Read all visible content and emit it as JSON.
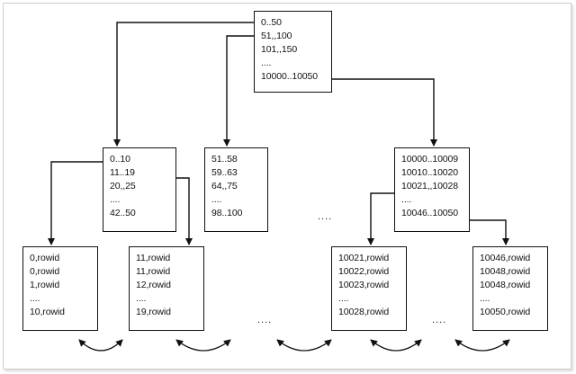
{
  "root": [
    "0..50",
    "51,,100",
    "101,,150",
    "....",
    "10000..10050"
  ],
  "branches": {
    "b1": [
      "0..10",
      "11..19",
      "20,,25",
      "....",
      "42..50"
    ],
    "b2": [
      "51..58",
      "59..63",
      "64,,75",
      "....",
      "98..100"
    ],
    "b3": [
      "10000..10009",
      "10010..10020",
      "10021,,10028",
      "....",
      "10046..10050"
    ]
  },
  "leaves": {
    "l1": [
      "0,rowid",
      "0,rowid",
      "1,rowid",
      "....",
      "10,rowid"
    ],
    "l2": [
      "11,rowid",
      "11,rowid",
      "12,rowid",
      "....",
      "19,rowid"
    ],
    "l3": [
      "10021,rowid",
      "10022,rowid",
      "10023,rowid",
      "....",
      "10028,rowid"
    ],
    "l4": [
      "10046,rowid",
      "10048,rowid",
      "10048,rowid",
      "....",
      "10050,rowid"
    ]
  },
  "ellipsis": {
    "branch_gap": "....",
    "leaf_gap_1": "....",
    "leaf_gap_2": "...."
  }
}
